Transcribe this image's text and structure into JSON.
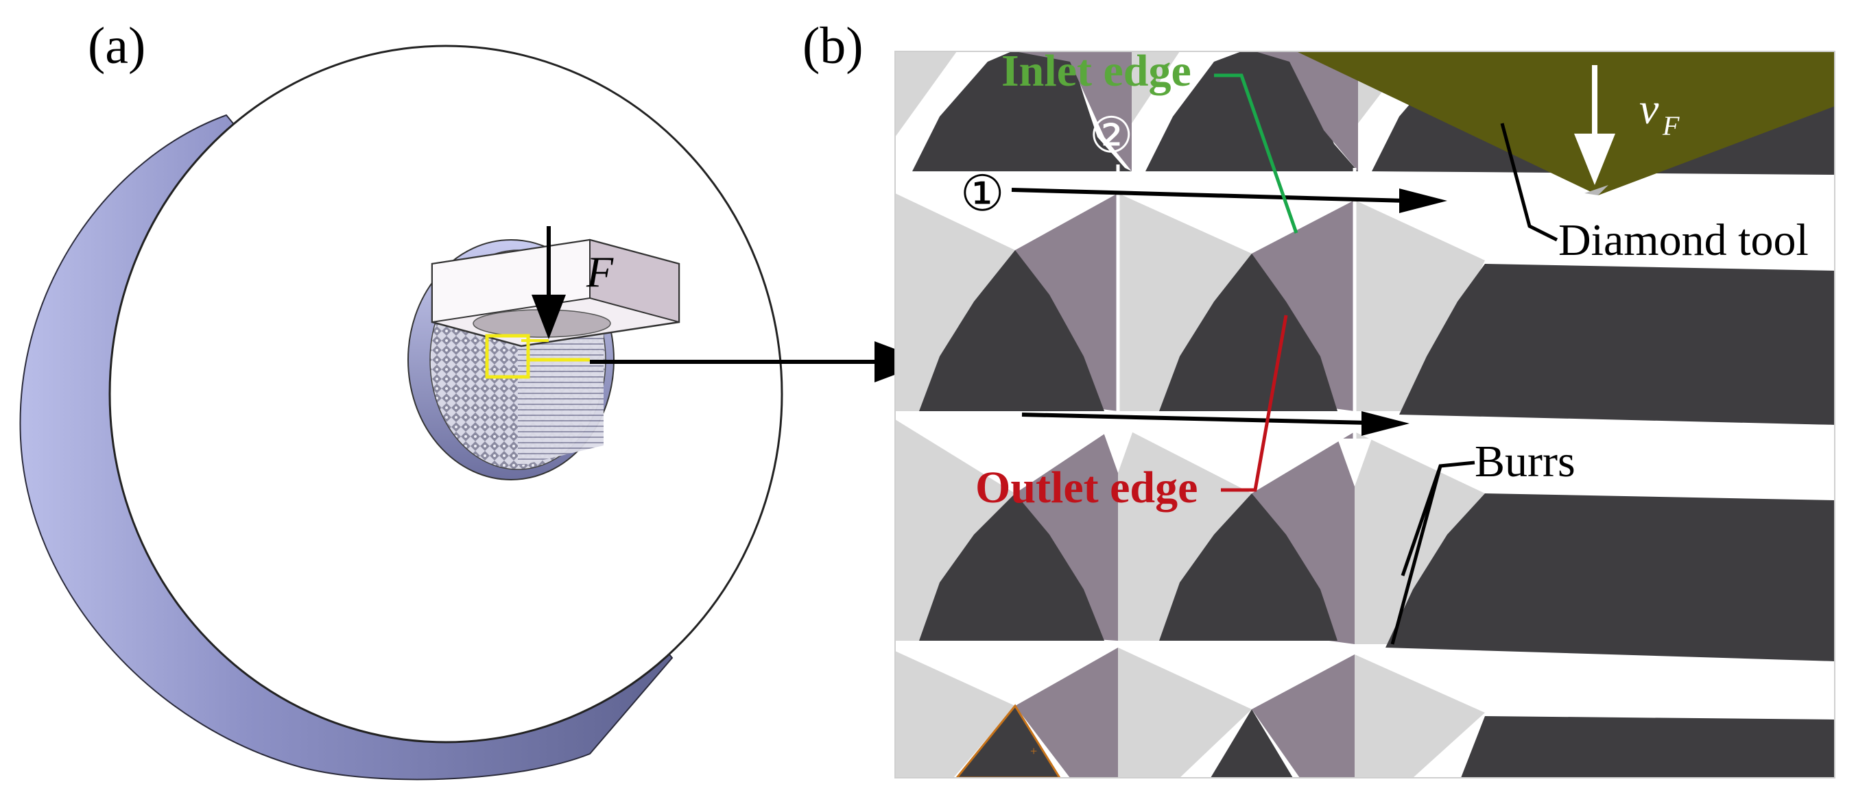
{
  "panel_a": {
    "label": "(a)",
    "force_label": "F"
  },
  "panel_b": {
    "label": "(b)",
    "inlet_edge": "Inlet edge",
    "outlet_edge": "Outlet edge",
    "diamond_tool": "Diamond tool",
    "burrs": "Burrs",
    "velocity_label": "v",
    "velocity_subscript": "F",
    "step_1": "①",
    "step_2": "②"
  },
  "colors": {
    "inlet": "#5aa83c",
    "inlet_leader": "#1aa84a",
    "outlet": "#c0121a",
    "tool": "#5a5a10",
    "dark_facet": "#3e3d40",
    "light_facet": "#d6d6d6",
    "purple_facet": "#8e8290",
    "highlight": "#f2ea1a"
  }
}
